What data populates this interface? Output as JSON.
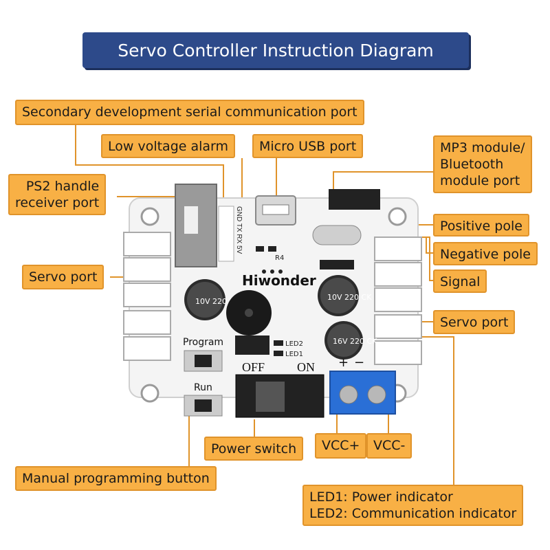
{
  "title": "Servo Controller Instruction Diagram",
  "labels": {
    "serial_port": "Secondary development serial communication port",
    "low_voltage": "Low voltage alarm",
    "micro_usb": "Micro USB port",
    "mp3_module": "MP3 module/\nBluetooth\nmodule port",
    "ps2_receiver": "PS2 handle\nreceiver port",
    "positive_pole": "Positive pole",
    "negative_pole": "Negative pole",
    "signal": "Signal",
    "servo_port_left": "Servo port",
    "servo_port_right": "Servo port",
    "power_switch": "Power switch",
    "vcc_plus": "VCC+",
    "vcc_minus": "VCC-",
    "manual_button": "Manual programming button",
    "led_info": "LED1: Power indicator\nLED2: Communication indicator"
  },
  "board": {
    "brand": "Hiwonder",
    "serial_pins": "GND TX RX 5V",
    "program_label": "Program",
    "run_label": "Run",
    "off_label": "OFF",
    "on_label": "ON",
    "led2": "LED2",
    "led1": "LED1",
    "r4": "R4",
    "cap_left": "10V 220 CK",
    "cap_right_top": "10V 220 CK",
    "cap_right_bottom": "16V 220 CK",
    "plus": "+",
    "minus": "−"
  },
  "colors": {
    "title_bg": "#2d4a8a",
    "label_bg": "#f8b045",
    "leader": "#e0932a",
    "board": "#f4f4f4",
    "terminal": "#2a6fd6"
  }
}
